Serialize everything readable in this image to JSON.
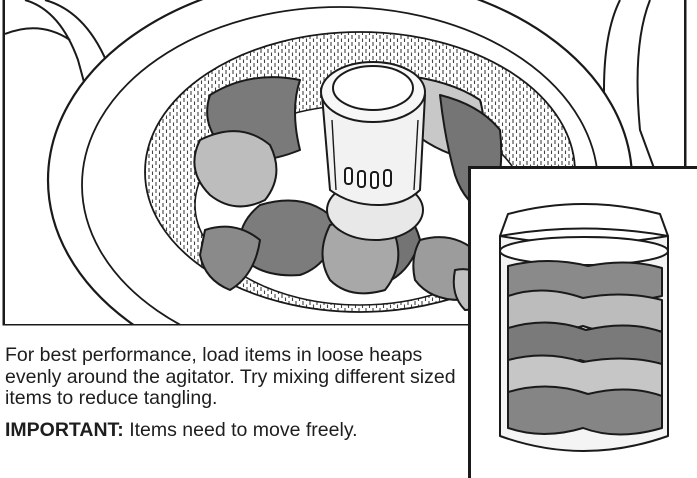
{
  "caption": {
    "paragraph1": "For best performance, load items in loose heaps evenly around the agitator. Try mixing different sized items to reduce tangling.",
    "important_label": "IMPORTANT:",
    "important_text": " Items need to move freely."
  },
  "illustrations": {
    "main": "washer-top-view-with-agitator-and-clothes",
    "inset": "washer-basket-side-view-evenly-loaded"
  },
  "colors": {
    "line": "#1a1a1a",
    "clothes_dark": "#777777",
    "clothes_mid": "#9a9a9a",
    "clothes_light": "#c4c4c4",
    "background": "#ffffff"
  }
}
